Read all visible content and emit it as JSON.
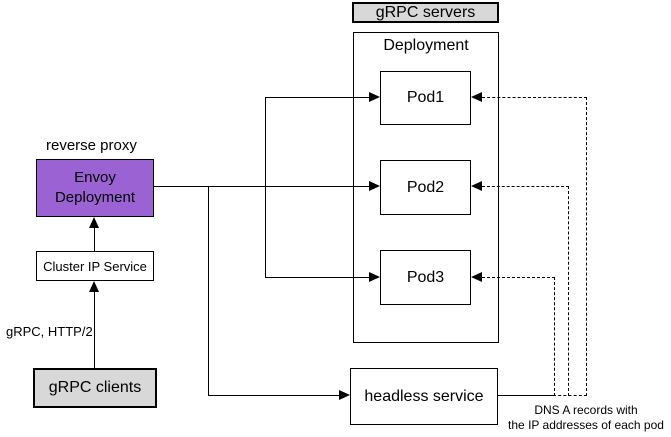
{
  "colors": {
    "envoy_fill": "#9B62D3",
    "label_fill": "#D8D8D8",
    "line": "#000000",
    "background": "#FFFFFF"
  },
  "diagram": {
    "servers_group": {
      "label": "gRPC servers"
    },
    "deployment": {
      "label": "Deployment"
    },
    "pods": [
      {
        "label": "Pod1"
      },
      {
        "label": "Pod2"
      },
      {
        "label": "Pod3"
      }
    ],
    "reverse_proxy": {
      "caption": "reverse proxy",
      "line1": "Envoy",
      "line2": "Deployment"
    },
    "cluster_ip": {
      "label": "Cluster IP Service"
    },
    "clients": {
      "label": "gRPC clients"
    },
    "protocol": {
      "label": "gRPC, HTTP/2"
    },
    "headless": {
      "label": "headless service"
    },
    "dns_note": {
      "line1": "DNS A records with",
      "line2": "the IP addresses of each pod"
    }
  }
}
